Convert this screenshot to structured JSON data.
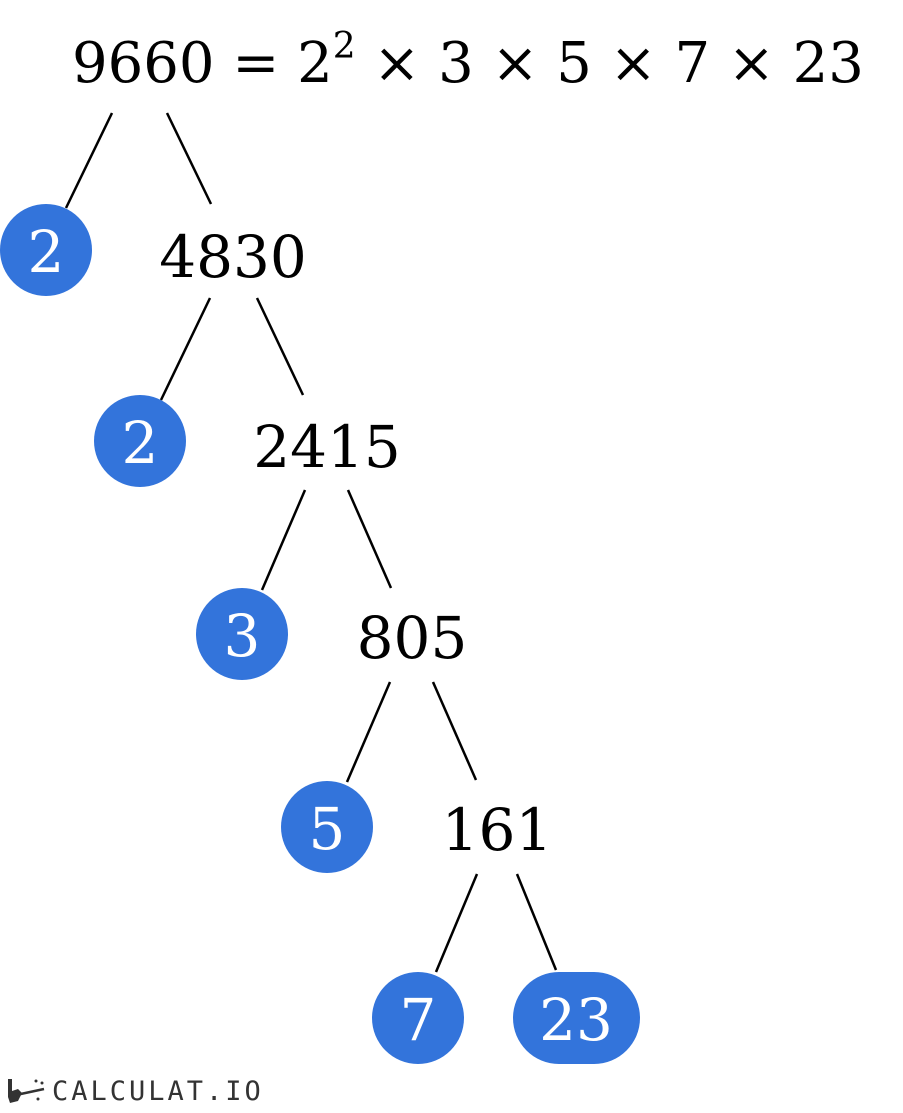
{
  "title": {
    "number": "9660",
    "equals": "=",
    "base": "2",
    "exp": "2",
    "rest": "× 3 × 5 × 7 × 23"
  },
  "nodes": {
    "composites": [
      "4830",
      "2415",
      "805",
      "161"
    ],
    "primes": [
      "2",
      "2",
      "3",
      "5",
      "7",
      "23"
    ]
  },
  "colors": {
    "prime_fill": "#3374DB"
  },
  "logo": {
    "text": "CALCULAT.IO"
  }
}
